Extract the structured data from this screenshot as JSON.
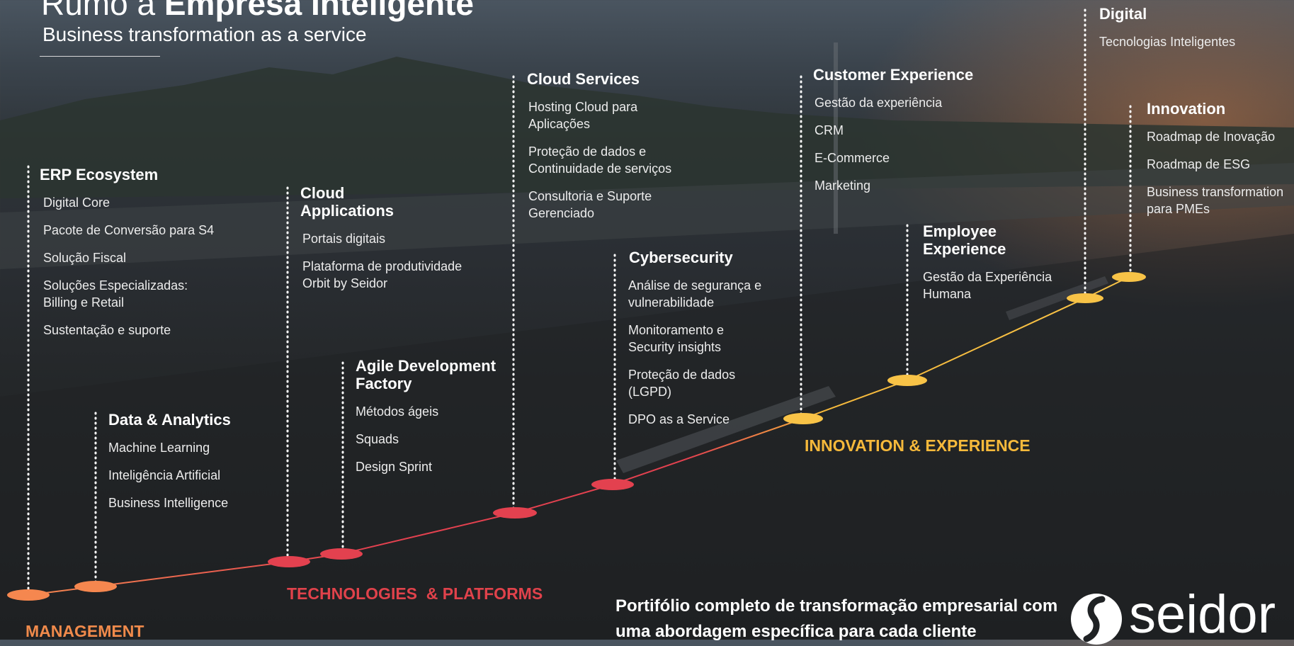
{
  "header": {
    "title_light": "Rumo à",
    "title_bold": "Empresa Inteligente",
    "subtitle": "Business transformation as a service"
  },
  "blocks": {
    "erp": {
      "title": "ERP Ecosystem",
      "items": [
        "Digital Core",
        "Pacote de Conversão para S4",
        "Solução Fiscal",
        "Soluções Especializadas: Billing e Retail",
        "Sustentação e suporte"
      ]
    },
    "data": {
      "title": "Data & Analytics",
      "items": [
        "Machine Learning",
        "Inteligência Artificial",
        "Business Intelligence"
      ]
    },
    "cloud_apps": {
      "title": "Cloud Applications",
      "items": [
        "Portais digitais",
        "Plataforma de produtividade Orbit by Seidor"
      ]
    },
    "agile": {
      "title": "Agile Development Factory",
      "items": [
        "Métodos ágeis",
        "Squads",
        "Design Sprint"
      ]
    },
    "cloud_services": {
      "title": "Cloud Services",
      "items": [
        "Hosting Cloud para Aplicações",
        "Proteção de dados e Continuidade de serviços",
        "Consultoria e Suporte Gerenciado"
      ]
    },
    "cyber": {
      "title": "Cybersecurity",
      "items": [
        "Análise de segurança e vulnerabilidade",
        "Monitoramento e Security insights",
        "Proteção de dados (LGPD)",
        "DPO as a Service"
      ]
    },
    "cx": {
      "title": "Customer Experience",
      "items": [
        "Gestão da experiência",
        "CRM",
        "E-Commerce",
        "Marketing"
      ]
    },
    "employee": {
      "title": "Employee Experience",
      "items": [
        "Gestão da Experiência Humana"
      ]
    },
    "digital": {
      "title": "Digital",
      "items": [
        "Tecnologias Inteligentes"
      ]
    },
    "innovation": {
      "title": "Innovation",
      "items": [
        "Roadmap de Inovação",
        "Roadmap de ESG",
        "Business transformation para PMEs"
      ]
    }
  },
  "categories": {
    "management": "MANAGEMENT",
    "technologies": "TECHNOLOGIES  & PLATFORMS",
    "innovation": "INNOVATION & EXPERIENCE"
  },
  "tagline": "Portifólio completo de transformação empresarial com uma abordagem específica para cada cliente",
  "logo": {
    "text": "seidor"
  },
  "colors": {
    "management": "#f08a4b",
    "technologies": "#e0424b",
    "innovation": "#f6b93b",
    "node_orange": "#f5874f",
    "node_red": "#e3414f",
    "node_yellow": "#f8c347"
  }
}
